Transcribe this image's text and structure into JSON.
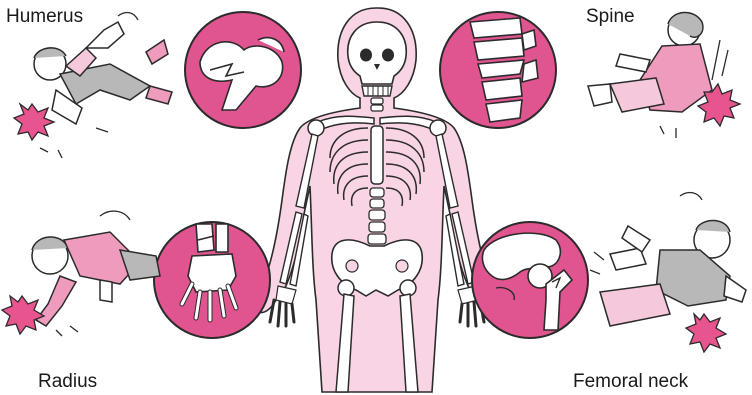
{
  "labels": {
    "humerus": "Humerus",
    "spine": "Spine",
    "radius": "Radius",
    "femoral_neck": "Femoral neck"
  },
  "colors": {
    "pink_bg": "#e0558f",
    "light_pink": "#f6c8dc",
    "body_pink": "#f8d4e4",
    "outline": "#2b2b2b",
    "starburst": "#e8548e",
    "clothing_pink": "#ef9bbd",
    "clothing_gray": "#b8b8b8"
  },
  "icons": [
    "skeleton-figure",
    "humerus-fracture-icon",
    "spine-fracture-icon",
    "radius-fracture-icon",
    "femoral-neck-fracture-icon",
    "impact-starburst-icon"
  ]
}
